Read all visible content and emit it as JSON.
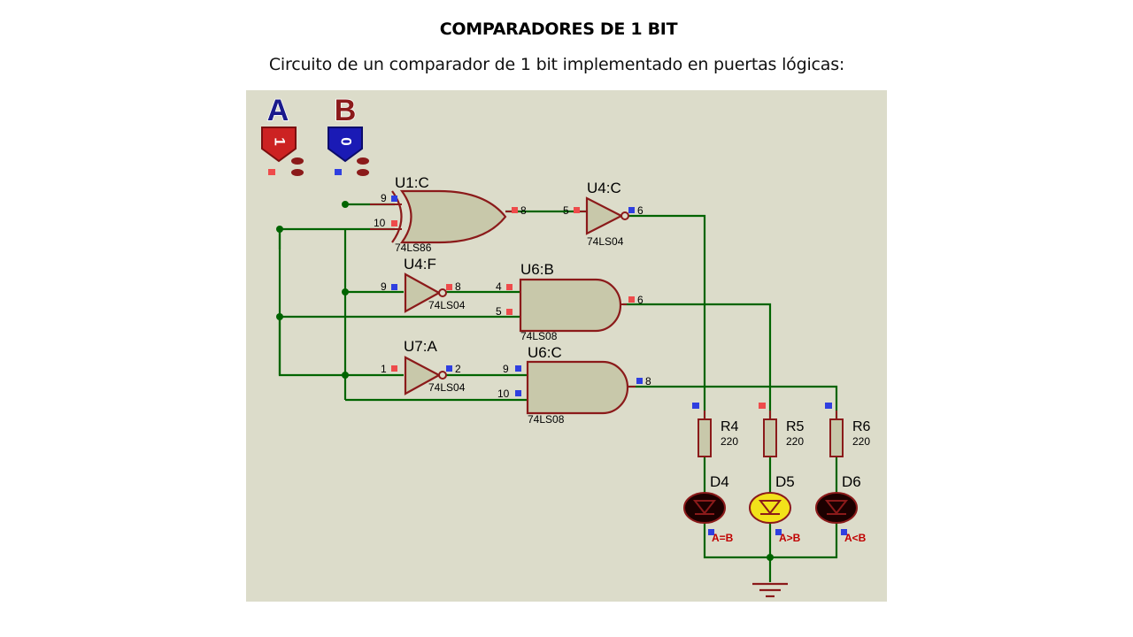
{
  "page": {
    "title": "COMPARADORES DE 1 BIT",
    "subtitle": "Circuito de un comparador de 1 bit implementado en puertas lógicas:"
  },
  "colors": {
    "canvas": "#dcdcca",
    "wire": "#006400",
    "outline": "#8b1a1a",
    "gate_fill": "#c8c8aa",
    "pin_red": "#ee4b4b",
    "pin_blue": "#2f3fe0",
    "led_off": "#1c0000",
    "led_on": "#f2e21a",
    "input_a": "#cc2222",
    "input_b": "#1a1ab5"
  },
  "inputs": [
    {
      "name": "A",
      "value": "1"
    },
    {
      "name": "B",
      "value": "0"
    }
  ],
  "gates": {
    "u1c": {
      "label": "U1:C",
      "type": "74LS86",
      "pins": [
        "9",
        "10",
        "8"
      ]
    },
    "u4c": {
      "label": "U4:C",
      "type": "74LS04",
      "pins": [
        "5",
        "6"
      ]
    },
    "u4f": {
      "label": "U4:F",
      "type": "74LS04",
      "pins": [
        "9",
        "8"
      ]
    },
    "u6b": {
      "label": "U6:B",
      "type": "74LS08",
      "pins": [
        "4",
        "5",
        "6"
      ]
    },
    "u7a": {
      "label": "U7:A",
      "type": "74LS04",
      "pins": [
        "1",
        "2"
      ]
    },
    "u6c": {
      "label": "U6:C",
      "type": "74LS08",
      "pins": [
        "9",
        "10",
        "8"
      ]
    }
  },
  "resistors": [
    {
      "name": "R4",
      "value": "220"
    },
    {
      "name": "R5",
      "value": "220"
    },
    {
      "name": "R6",
      "value": "220"
    }
  ],
  "leds": [
    {
      "name": "D4",
      "label": "A=B",
      "lit": false
    },
    {
      "name": "D5",
      "label": "A>B",
      "lit": true
    },
    {
      "name": "D6",
      "label": "A<B",
      "lit": false
    }
  ]
}
